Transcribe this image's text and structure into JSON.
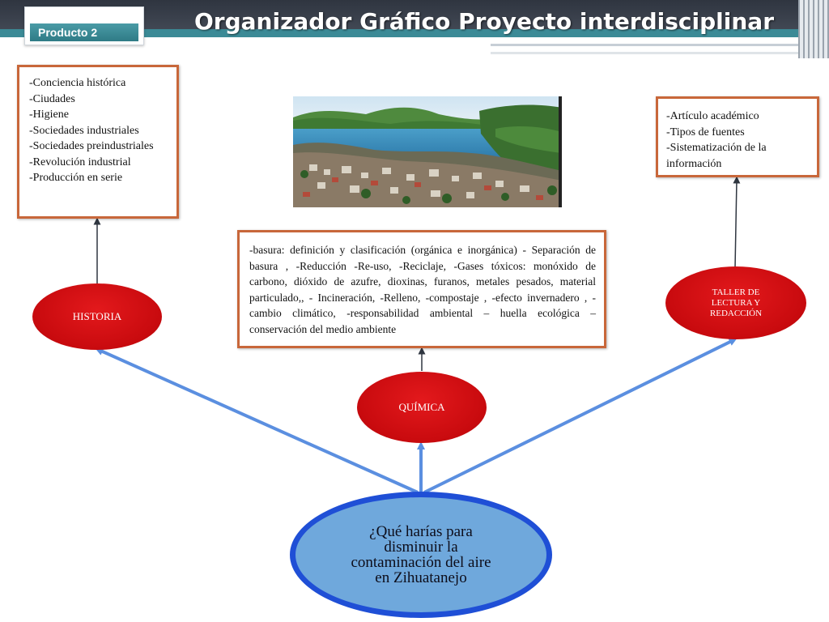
{
  "header": {
    "badge": "Producto 2",
    "title": "Organizador Gráfico Proyecto interdisciplinar"
  },
  "boxes": {
    "historia": [
      "-Conciencia histórica",
      "-Ciudades",
      "-Higiene",
      "-Sociedades industriales",
      "-Sociedades preindustriales",
      "-Revolución industrial",
      "-Producción en serie"
    ],
    "quimica": "-basura: definición y clasificación (orgánica e inorgánica) - Separación de basura , -Reducción -Re-uso, -Reciclaje, -Gases tóxicos: monóxido de carbono, dióxido de azufre, dioxinas, furanos, metales pesados, material particulado,, - Incineración, -Relleno, -compostaje , -efecto invernadero , - cambio climático, -responsabilidad ambiental – huella ecológica – conservación del medio ambiente",
    "taller": [
      "-Artículo académico",
      "-Tipos de fuentes",
      "-Sistematización de la información"
    ]
  },
  "nodes": {
    "historia": "HISTORIA",
    "quimica": "QUÍMICA",
    "taller": "TALLER DE LECTURA Y REDACCIÓN",
    "center": "¿Qué harías para disminuir la contaminación del aire en Zihuatanejo"
  },
  "colors": {
    "box_border": "#c8673a",
    "node_red": "#d0100f",
    "center_fill": "#6fa8dc",
    "center_border": "#1f4fd6",
    "arrow_blue": "#5b8fe0",
    "arrow_dark": "#2f3640"
  }
}
